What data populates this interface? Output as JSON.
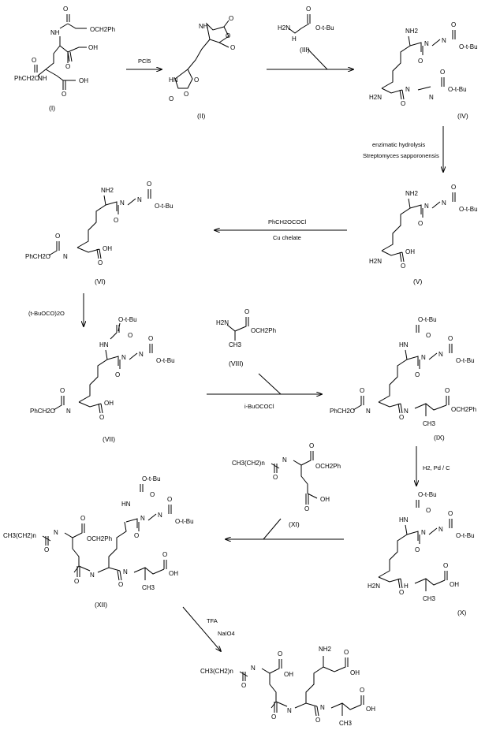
{
  "title": "Synthesis scheme",
  "compounds": [
    {
      "id": "I",
      "label": "(I)",
      "groups": [
        "O",
        "NH",
        "OCH2Ph",
        "OH",
        "O",
        "PhCH2O",
        "O",
        "NH",
        "OH",
        "O"
      ]
    },
    {
      "id": "II",
      "label": "(II)",
      "groups": [
        "O",
        "O",
        "O",
        "NH",
        "O",
        "HN",
        "O",
        "O"
      ]
    },
    {
      "id": "III",
      "label": "(III)",
      "groups": [
        "H2N",
        "H",
        "N",
        "O",
        "O-t-Bu"
      ]
    },
    {
      "id": "IV",
      "label": "(IV)",
      "groups": [
        "NH2",
        "H",
        "N",
        "H",
        "N",
        "O",
        "O-t-Bu",
        "O",
        "H2N",
        "H",
        "N",
        "N",
        "H",
        "O",
        "O-t-Bu",
        "O"
      ]
    },
    {
      "id": "V",
      "label": "(V)",
      "groups": [
        "NH2",
        "H",
        "N",
        "H",
        "N",
        "O",
        "O-t-Bu",
        "O",
        "H2N",
        "OH",
        "O"
      ]
    },
    {
      "id": "VI",
      "label": "(VI)",
      "groups": [
        "NH2",
        "H",
        "N",
        "H",
        "N",
        "O",
        "O-t-Bu",
        "O",
        "PhCH2O",
        "O",
        "N",
        "H",
        "OH",
        "O"
      ]
    },
    {
      "id": "VII",
      "label": "(VII)",
      "groups": [
        "O-t-Bu",
        "HN",
        "O",
        "H",
        "N",
        "H",
        "N",
        "O",
        "O-t-Bu",
        "O",
        "PhCH2O",
        "O",
        "N",
        "H",
        "OH",
        "O"
      ]
    },
    {
      "id": "VIII",
      "label": "(VIII)",
      "groups": [
        "H2N",
        "CH3",
        "O",
        "OCH2Ph"
      ]
    },
    {
      "id": "IX",
      "label": "(IX)",
      "groups": [
        "O-t-Bu",
        "HN",
        "O",
        "H",
        "N",
        "H",
        "N",
        "O",
        "O-t-Bu",
        "O",
        "PhCH2O",
        "O",
        "N",
        "H",
        "H",
        "N",
        "O",
        "CH3",
        "O",
        "OCH2Ph"
      ]
    },
    {
      "id": "X",
      "label": "(X)",
      "groups": [
        "O-t-Bu",
        "HN",
        "O",
        "H",
        "N",
        "H",
        "N",
        "O",
        "O-t-Bu",
        "O",
        "H2N",
        "H",
        "N",
        "O",
        "CH3",
        "OH",
        "O"
      ]
    },
    {
      "id": "XI",
      "label": "(XI)",
      "groups": [
        "CH3(CH2)n",
        "O",
        "H",
        "N",
        "O",
        "OCH2Ph",
        "OH",
        "O"
      ]
    },
    {
      "id": "XII",
      "label": "(XII)",
      "groups": [
        "CH3(CH2)n",
        "O",
        "H",
        "N",
        "O",
        "OCH2Ph",
        "O-t-Bu",
        "HN",
        "O",
        "H",
        "N",
        "H",
        "N",
        "O",
        "O-t-Bu",
        "O",
        "O",
        "N",
        "H",
        "H",
        "N",
        "O",
        "CH3",
        "OH",
        "O"
      ]
    },
    {
      "id": "final",
      "label": "",
      "groups": [
        "CH3(CH2)n",
        "O",
        "H",
        "N",
        "O",
        "OH",
        "NH2",
        "OH",
        "O",
        "O",
        "N",
        "H",
        "H",
        "N",
        "O",
        "CH3",
        "OH",
        "O"
      ]
    }
  ],
  "reagents": {
    "step1": "PCl5",
    "step2": "(III)",
    "step3_line1": "enzimatic hydrolysis",
    "step3_line2": "Streptomyces sapporonensis",
    "step4_line1": "PhCH2OCOCl",
    "step4_line2": "Cu chelate",
    "step5": "(t-BuOCO)2O",
    "step6_top": "(VIII)",
    "step6_bottom": "i-BuOCOCl",
    "step7": "H2, Pd / C",
    "step8": "(XI)",
    "step9_line1": "TFA",
    "step9_line2": "NaIO4"
  }
}
